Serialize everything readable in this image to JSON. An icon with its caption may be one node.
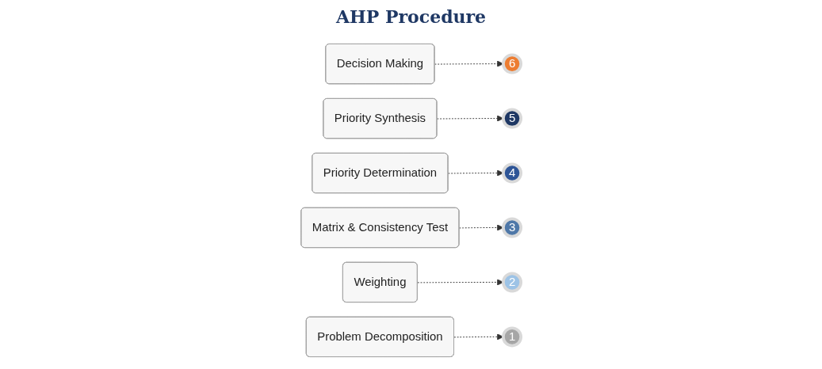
{
  "diagram": {
    "title": "AHP Procedure",
    "nodes": [
      {
        "text": [
          "Decision Making"
        ]
      },
      {
        "text": [
          "6"
        ]
      },
      {
        "text": [
          "Priority Synthesis"
        ]
      },
      {
        "text": [
          "5"
        ]
      },
      {
        "text": [
          "Priority Determination"
        ]
      },
      {
        "text": [
          "4"
        ]
      },
      {
        "text": [
          "3"
        ]
      },
      {
        "text": [
          "Matrix & Consistency Test"
        ]
      },
      {
        "text": [
          "2"
        ]
      },
      {
        "text": [
          "Weighting"
        ]
      },
      {
        "text": [
          "1"
        ]
      },
      {
        "text": [
          "Problem Decomposition"
        ]
      }
    ],
    "edges": [
      {
        "from": 0,
        "to": 1,
        "arrow": "to",
        "style": "dashed"
      },
      {
        "from": 2,
        "to": 3,
        "arrow": "to",
        "style": "dashed"
      },
      {
        "from": 4,
        "to": 5,
        "arrow": "to",
        "style": "dashed"
      },
      {
        "from": 7,
        "to": 6,
        "arrow": "to",
        "style": "dashed"
      },
      {
        "from": 9,
        "to": 8,
        "arrow": "to",
        "style": "dashed"
      },
      {
        "from": 11,
        "to": 10,
        "arrow": "to",
        "style": "dashed"
      }
    ]
  }
}
